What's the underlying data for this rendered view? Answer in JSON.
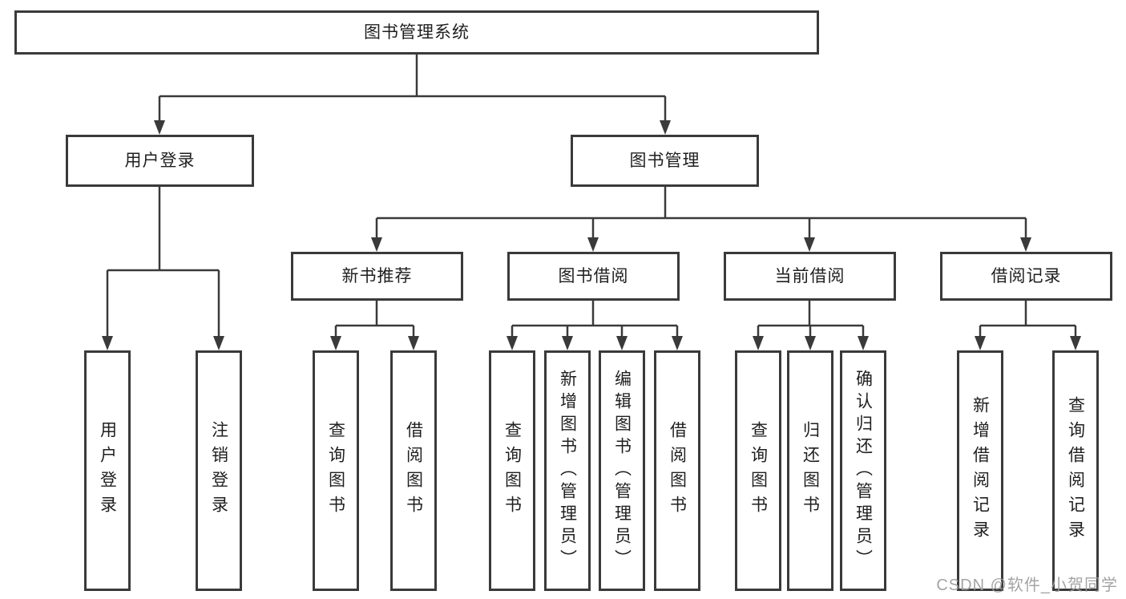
{
  "tree": {
    "root": {
      "label": "图书管理系统"
    },
    "branches": [
      {
        "label": "用户登录",
        "children": [
          {
            "label": "用户登录"
          },
          {
            "label": "注销登录"
          }
        ]
      },
      {
        "label": "图书管理",
        "children": [
          {
            "label": "新书推荐",
            "children": [
              {
                "label": "查询图书"
              },
              {
                "label": "借阅图书"
              }
            ]
          },
          {
            "label": "图书借阅",
            "children": [
              {
                "label": "查询图书"
              },
              {
                "label": "新增图书（管理员）"
              },
              {
                "label": "编辑图书（管理员）"
              },
              {
                "label": "借阅图书"
              }
            ]
          },
          {
            "label": "当前借阅",
            "children": [
              {
                "label": "查询图书"
              },
              {
                "label": "归还图书"
              },
              {
                "label": "确认归还（管理员）"
              }
            ]
          },
          {
            "label": "借阅记录",
            "children": [
              {
                "label": "新增借阅记录"
              },
              {
                "label": "查询借阅记录"
              }
            ]
          }
        ]
      }
    ]
  },
  "watermark": {
    "text": "CSDN @软件_小贺同学"
  },
  "style": {
    "line_color": "#3a3a3a",
    "text_color": "#1f1f1f",
    "background_color": "#ffffff",
    "watermark_color": "#9b9b9b"
  }
}
